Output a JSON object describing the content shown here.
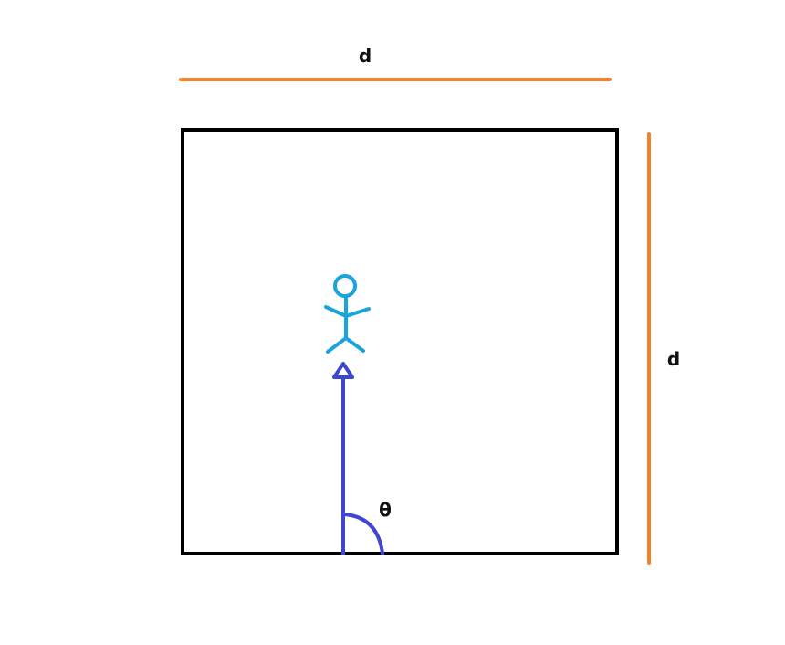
{
  "labels": {
    "top_dimension": "d",
    "right_dimension": "d",
    "angle": "θ"
  },
  "colors": {
    "square_stroke": "#000000",
    "dimension_lines": "#F5822A",
    "person": "#1BA3DB",
    "arrow": "#3F48CC",
    "text": "#111111"
  },
  "icons": {
    "person": "stick-figure-icon",
    "arrow": "arrow-up-icon"
  }
}
